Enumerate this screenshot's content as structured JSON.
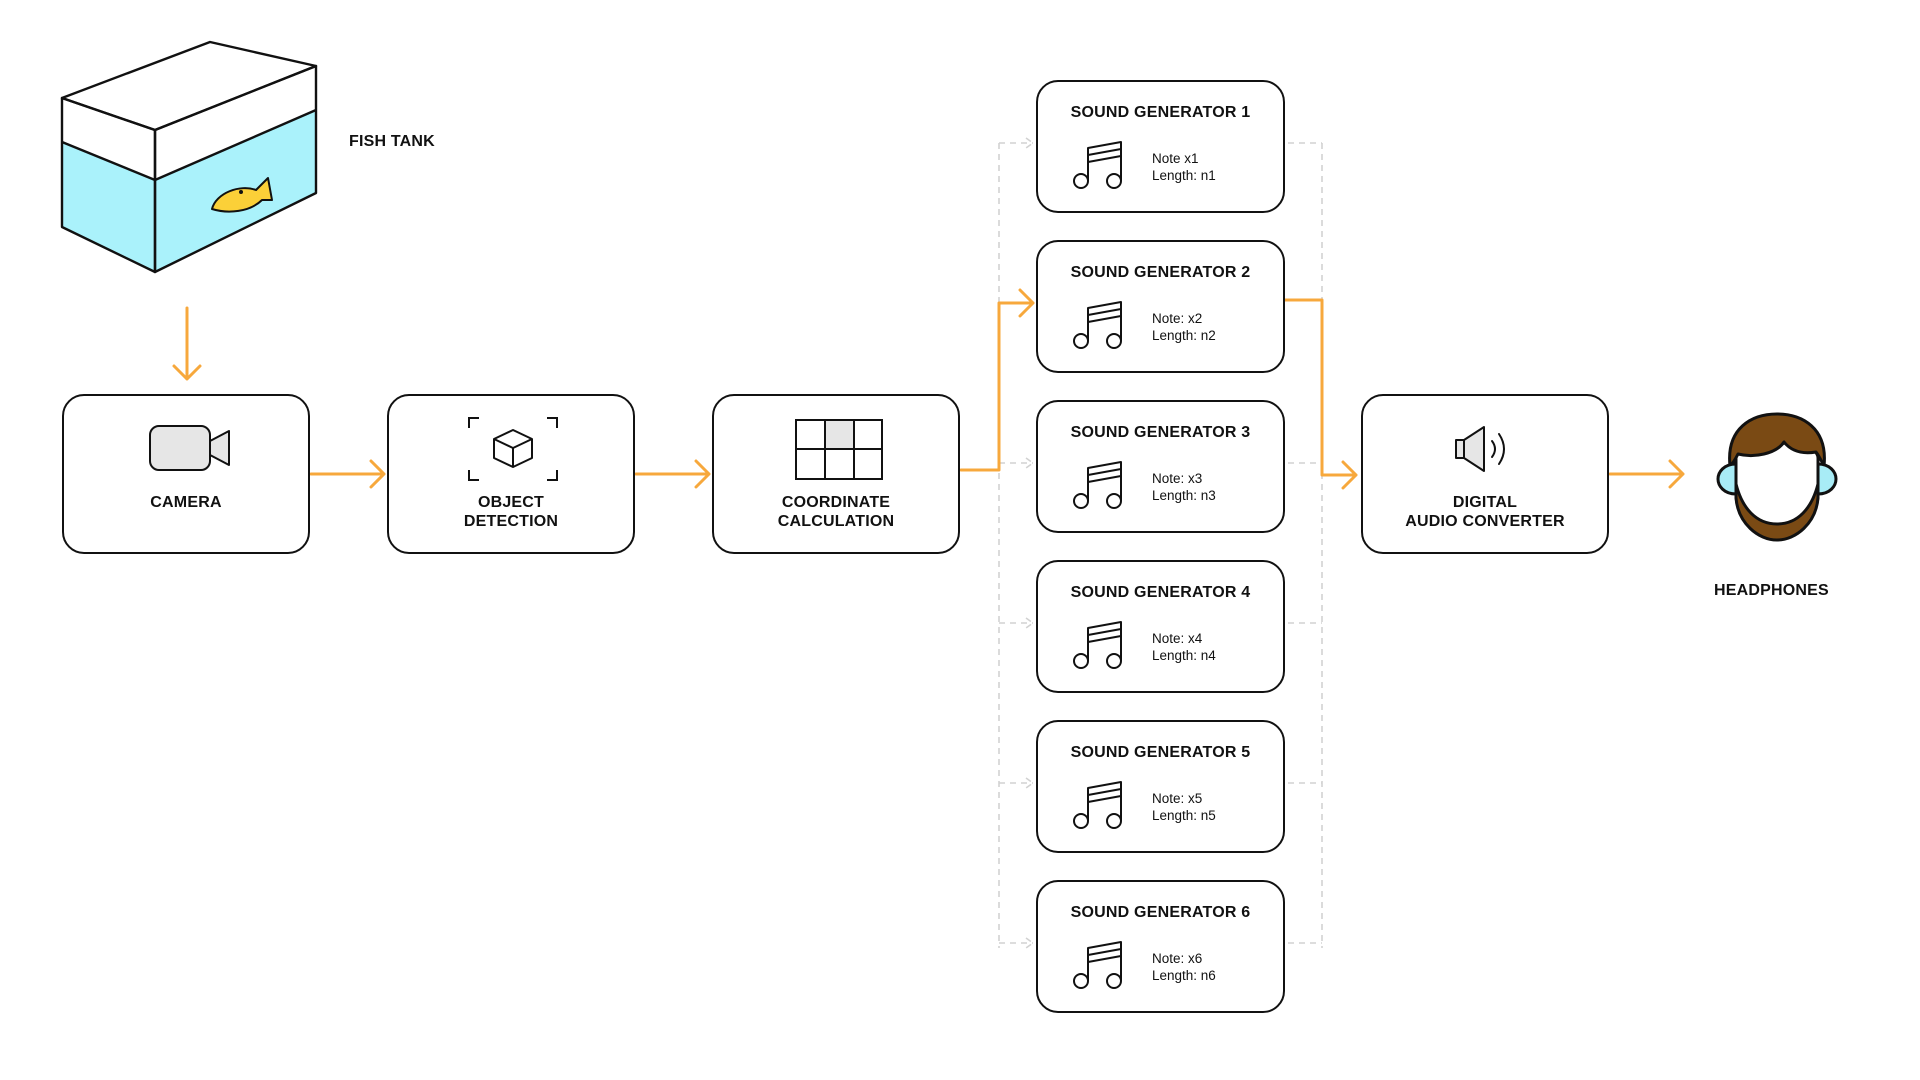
{
  "fish_tank": {
    "label": "FISH TANK"
  },
  "pipeline": {
    "camera": {
      "label": "CAMERA"
    },
    "object_detection": {
      "label": "OBJECT\nDETECTION"
    },
    "coordinate_calculation": {
      "label": "COORDINATE\nCALCULATION"
    },
    "dac": {
      "label": "DIGITAL\nAUDIO CONVERTER"
    }
  },
  "sound_generators": [
    {
      "title": "SOUND GENERATOR 1",
      "note": "Note x1",
      "length": "Length: n1",
      "active": false
    },
    {
      "title": "SOUND GENERATOR 2",
      "note": "Note: x2",
      "length": "Length: n2",
      "active": true
    },
    {
      "title": "SOUND GENERATOR 3",
      "note": "Note: x3",
      "length": "Length: n3",
      "active": false
    },
    {
      "title": "SOUND GENERATOR 4",
      "note": "Note: x4",
      "length": "Length: n4",
      "active": false
    },
    {
      "title": "SOUND GENERATOR 5",
      "note": "Note: x5",
      "length": "Length: n5",
      "active": false
    },
    {
      "title": "SOUND GENERATOR 6",
      "note": "Note: x6",
      "length": "Length: n6",
      "active": false
    }
  ],
  "headphones": {
    "label": "HEADPHONES"
  },
  "colors": {
    "flow_arrow": "#f7a83c",
    "inactive_connector": "#d2d2d2",
    "water": "#aaf2fb",
    "fish": "#fbd038",
    "hair": "#7a4a14",
    "ear_cup": "#a8ecf6",
    "icon_fill": "#e6e6e6",
    "outline": "#111111"
  }
}
